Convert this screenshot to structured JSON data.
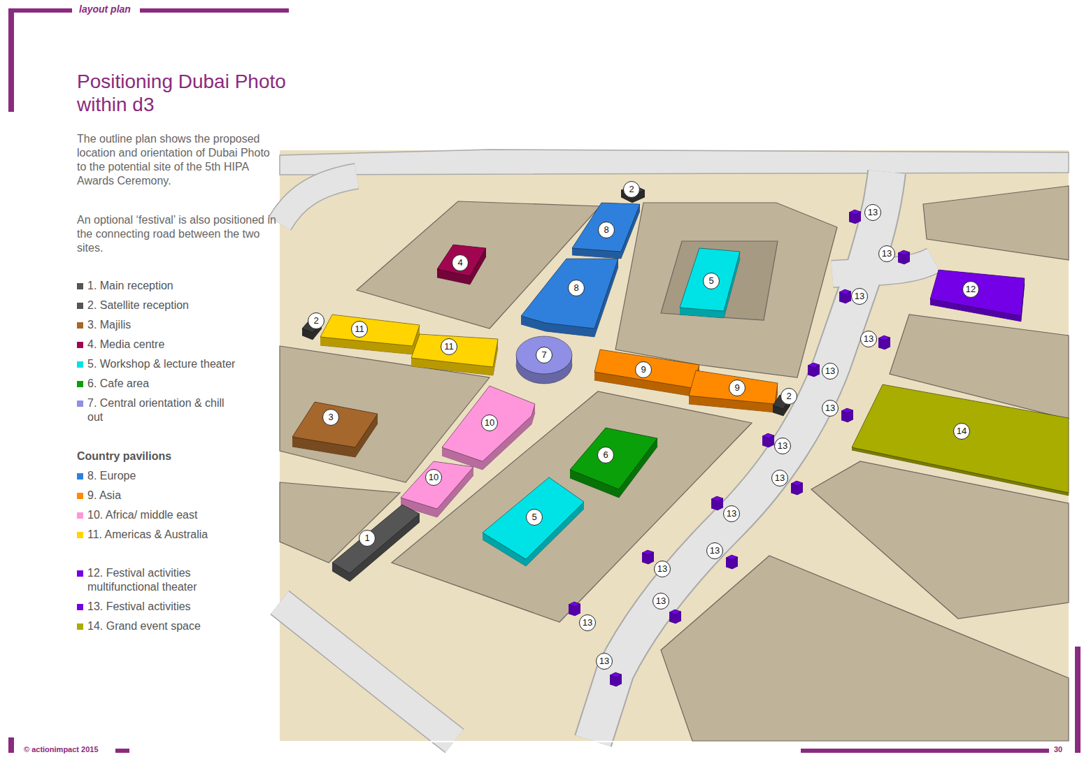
{
  "diagram": {
    "title": "Positioning Dubai Photo within d3",
    "nodes": [
      {
        "text": [
          "2"
        ]
      },
      {
        "text": [
          "8"
        ]
      },
      {
        "text": [
          "4"
        ]
      },
      {
        "text": [
          "8"
        ]
      },
      {
        "text": [
          "5"
        ]
      },
      {
        "text": [
          "2"
        ]
      },
      {
        "text": [
          "11"
        ]
      },
      {
        "text": [
          "11"
        ]
      },
      {
        "text": [
          "7"
        ]
      },
      {
        "text": [
          "9"
        ]
      },
      {
        "text": [
          "9"
        ]
      },
      {
        "text": [
          "2"
        ]
      },
      {
        "text": [
          "3"
        ]
      },
      {
        "text": [
          "10"
        ]
      },
      {
        "text": [
          "6"
        ]
      },
      {
        "text": [
          "10"
        ]
      },
      {
        "text": [
          "5"
        ]
      },
      {
        "text": [
          "1"
        ]
      },
      {
        "text": [
          "12"
        ]
      },
      {
        "text": [
          "14"
        ]
      },
      {
        "text": [
          "13"
        ]
      },
      {
        "text": [
          "13"
        ]
      },
      {
        "text": [
          "13"
        ]
      },
      {
        "text": [
          "13"
        ]
      },
      {
        "text": [
          "13"
        ]
      },
      {
        "text": [
          "13"
        ]
      },
      {
        "text": [
          "13"
        ]
      },
      {
        "text": [
          "13"
        ]
      },
      {
        "text": [
          "13"
        ]
      },
      {
        "text": [
          "13"
        ]
      },
      {
        "text": [
          "13"
        ]
      },
      {
        "text": [
          "13"
        ]
      },
      {
        "text": [
          "13"
        ]
      },
      {
        "text": [
          "13"
        ]
      }
    ],
    "labels": [
      "layout plan",
      "The outline plan shows the proposed location and orientation of Dubai Photo to the potential site of the 5th HIPA Awards Ceremony.",
      "An optional ‘festival’ is also positioned in the connecting road between the two sites.",
      "Country pavilions",
      "© actionimpact 2015",
      "30"
    ],
    "legend": [
      {
        "text": "1. Main reception",
        "color": "#555555"
      },
      {
        "text": "2. Satellite reception",
        "color": "#555555"
      },
      {
        "text": "3. Majilis",
        "color": "#a5672c"
      },
      {
        "text": "4. Media centre",
        "color": "#a0064f"
      },
      {
        "text": "5. Workshop & lecture theater",
        "color": "#00e3e6"
      },
      {
        "text": "6. Cafe area",
        "color": "#0aa00a"
      },
      {
        "text": "7. Central orientation & chill out",
        "color": "#8f8fe6"
      },
      {
        "text": "8. Europe",
        "color": "#2f80dc"
      },
      {
        "text": "9. Asia",
        "color": "#ff8a00"
      },
      {
        "text": "10. Africa/ middle east",
        "color": "#ff96db"
      },
      {
        "text": "11. Americas & Australia",
        "color": "#ffd400"
      },
      {
        "text": "12. Festival activities multifunctional theater",
        "color": "#7300e6"
      },
      {
        "text": "13. Festival activities",
        "color": "#7300e6"
      },
      {
        "text": "14. Grand event space",
        "color": "#a8ad00"
      }
    ]
  }
}
